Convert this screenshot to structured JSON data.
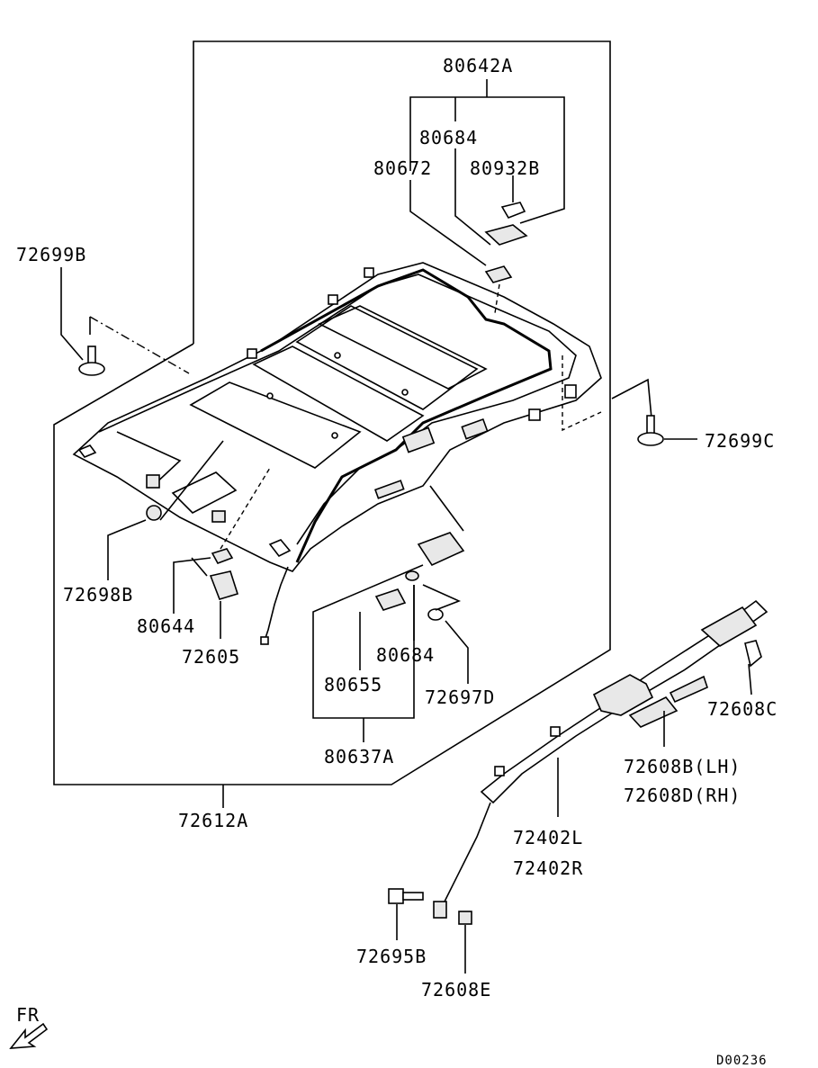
{
  "drawing": {
    "code": "D00236",
    "front_marker": "FR",
    "parts": {
      "p80642A": "80642A",
      "p80684_top": "80684",
      "p80672": "80672",
      "p80932B": "80932B",
      "p72699B": "72699B",
      "p72699C": "72699C",
      "p72698B": "72698B",
      "p80644": "80644",
      "p72605": "72605",
      "p80684_bot": "80684",
      "p80655": "80655",
      "p72697D": "72697D",
      "p80637A": "80637A",
      "p72612A": "72612A",
      "p72608C": "72608C",
      "p72608B": "72608B(LH)",
      "p72608D": "72608D(RH)",
      "p72402L": "72402L",
      "p72402R": "72402R",
      "p72695B": "72695B",
      "p72608E": "72608E"
    }
  }
}
